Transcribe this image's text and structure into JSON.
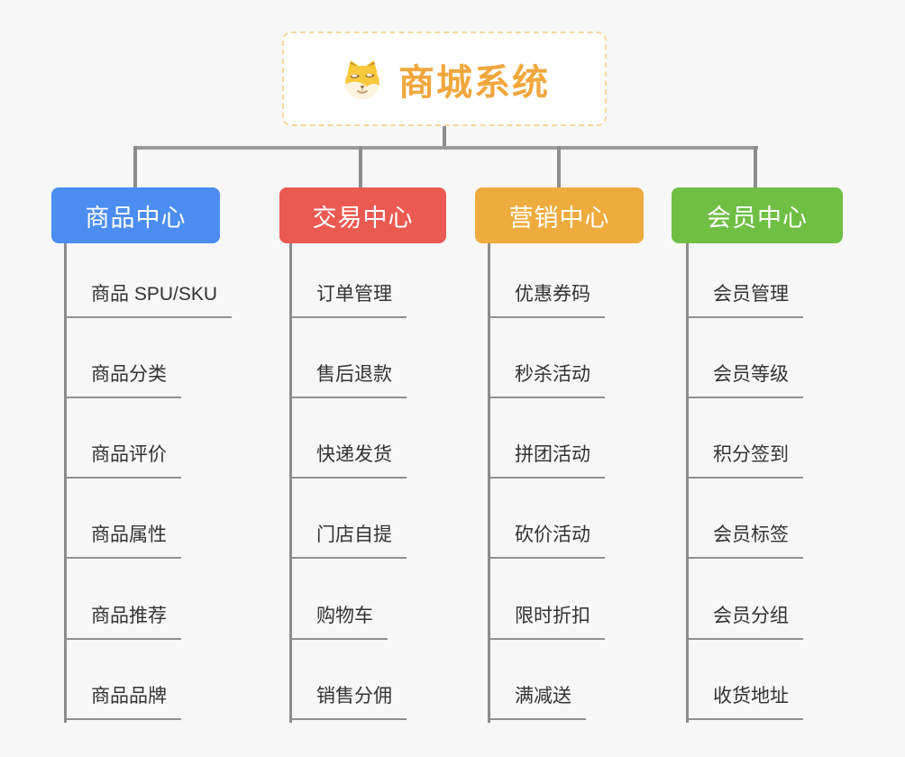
{
  "root": {
    "title": "商城系统",
    "icon": "dog-face-icon",
    "title_color": "#f1a73d",
    "border_color": "#f4d79f"
  },
  "canvas": {
    "background": "#f7f7f7",
    "connector_color": "#8c8c8c",
    "item_text_color": "#333333"
  },
  "branches": [
    {
      "label": "商品中心",
      "color": "#4b8df0",
      "items": [
        "商品 SPU/SKU",
        "商品分类",
        "商品评价",
        "商品属性",
        "商品推荐",
        "商品品牌"
      ]
    },
    {
      "label": "交易中心",
      "color": "#eb5a52",
      "items": [
        "订单管理",
        "售后退款",
        "快递发货",
        "门店自提",
        "购物车",
        "销售分佣"
      ]
    },
    {
      "label": "营销中心",
      "color": "#efac3e",
      "items": [
        "优惠券码",
        "秒杀活动",
        "拼团活动",
        "砍价活动",
        "限时折扣",
        "满减送"
      ]
    },
    {
      "label": "会员中心",
      "color": "#6fbf45",
      "items": [
        "会员管理",
        "会员等级",
        "积分签到",
        "会员标签",
        "会员分组",
        "收货地址"
      ]
    }
  ]
}
